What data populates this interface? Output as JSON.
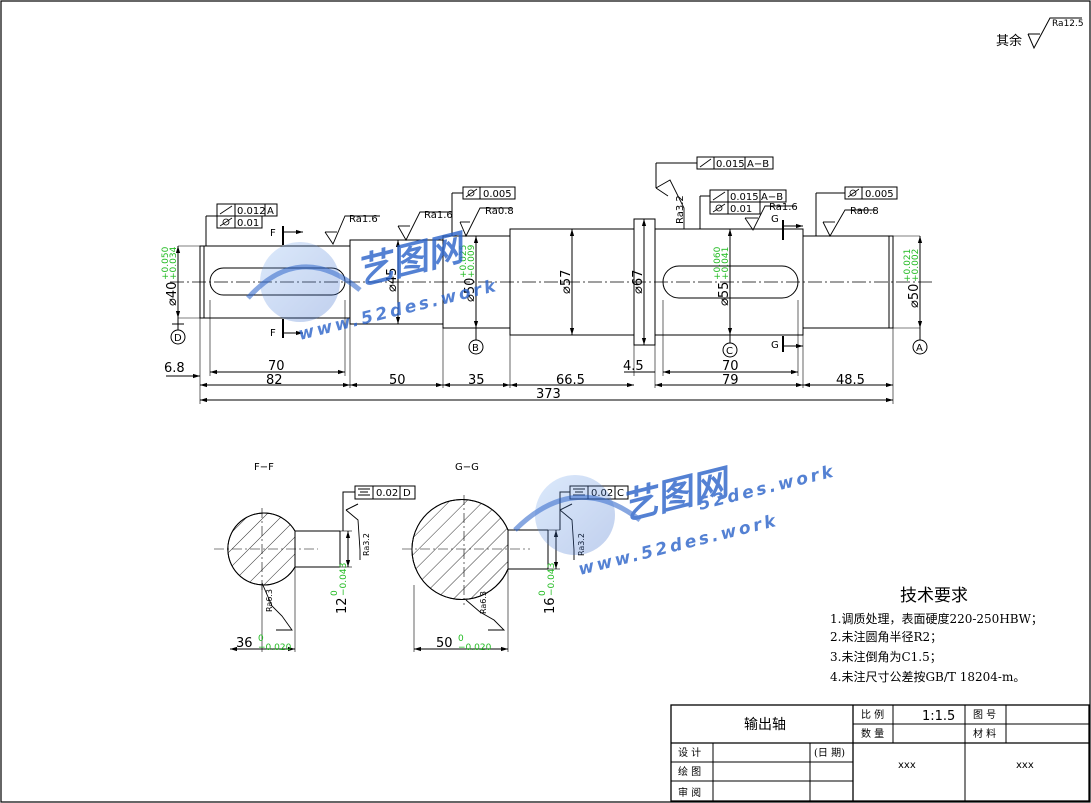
{
  "roughness_note": {
    "label": "其余",
    "ra": "Ra12.5"
  },
  "main_view": {
    "diameters": {
      "d40": "⌀40",
      "d40_tol_up": "+0.050",
      "d40_tol_lo": "+0.034",
      "d45": "⌀45",
      "d50a": "⌀50",
      "d50a_tol_up": "+0.025",
      "d50a_tol_lo": "+0.009",
      "d57": "⌀57",
      "d67": "⌀67",
      "d55": "⌀55",
      "d55_tol_up": "+0.060",
      "d55_tol_lo": "+0.041",
      "d50b": "⌀50",
      "d50b_tol_up": "+0.021",
      "d50b_tol_lo": "+0.002"
    },
    "lengths": {
      "l6_8": "6.8",
      "l70a": "70",
      "l82": "82",
      "l50": "50",
      "l35": "35",
      "l66_5": "66.5",
      "l4_5": "4.5",
      "l70b": "70",
      "l79": "79",
      "l48_5": "48.5",
      "l373": "373"
    },
    "roughness": {
      "ra1_6a": "Ra1.6",
      "ra1_6b": "Ra1.6",
      "ra0_8a": "Ra0.8",
      "ra3_2": "Ra3.2",
      "ra1_6c": "Ra1.6",
      "ra0_8b": "Ra0.8"
    },
    "tolerance_frames": {
      "fc1_val": "0.012",
      "fc1_ref": "A",
      "fc2_val": "0.01",
      "fc3_val": "0.005",
      "fc4_val": "0.015",
      "fc4_ref": "A−B",
      "fc5_val": "0.015",
      "fc5_ref": "A−B",
      "fc6_val": "0.01",
      "fc7_val": "0.005"
    },
    "datums": {
      "d": "D",
      "b": "B",
      "c": "C",
      "a": "A"
    },
    "section_marks": {
      "f_top": "F",
      "f_bot": "F",
      "g_top": "G",
      "g_bot": "G"
    }
  },
  "sections": {
    "ff": {
      "title": "F−F",
      "frame_val": "0.02",
      "frame_ref": "D",
      "ra_a": "Ra3.2",
      "ra_b": "Ra6.3",
      "width": "12",
      "width_up": "0",
      "width_lo": "−0.043",
      "depth": "36",
      "depth_up": "0",
      "depth_lo": "−0.020"
    },
    "gg": {
      "title": "G−G",
      "frame_val": "0.02",
      "frame_ref": "C",
      "ra_a": "Ra3.2",
      "ra_b": "Ra6.3",
      "width": "16",
      "width_up": "0",
      "width_lo": "−0.043",
      "depth": "50",
      "depth_up": "0",
      "depth_lo": "−0.020"
    }
  },
  "tech_requirements": {
    "title": "技术要求",
    "items": [
      "1.调质处理，表面硬度220-250HBW；",
      "2.未注圆角半径R2；",
      "3.未注倒角为C1.5；",
      "4.未注尺寸公差按GB/T 18204-m。"
    ]
  },
  "title_block": {
    "part_name": "输出轴",
    "scale_label": "比 例",
    "scale_value": "1:1.5",
    "drawing_no_label": "图 号",
    "qty_label": "数 量",
    "material_label": "材 料",
    "design_label": "设 计",
    "date_label": "(日 期)",
    "draw_label": "绘 图",
    "review_label": "审 阅",
    "xxx1": "xxx",
    "xxx2": "xxx"
  },
  "watermark": {
    "brand": "艺图网",
    "url_a": "52des.work",
    "url_b": "www.52des.work"
  },
  "colors": {
    "line": "#000000",
    "tolerance": "#22bb22",
    "watermark": "#2a62c9"
  }
}
